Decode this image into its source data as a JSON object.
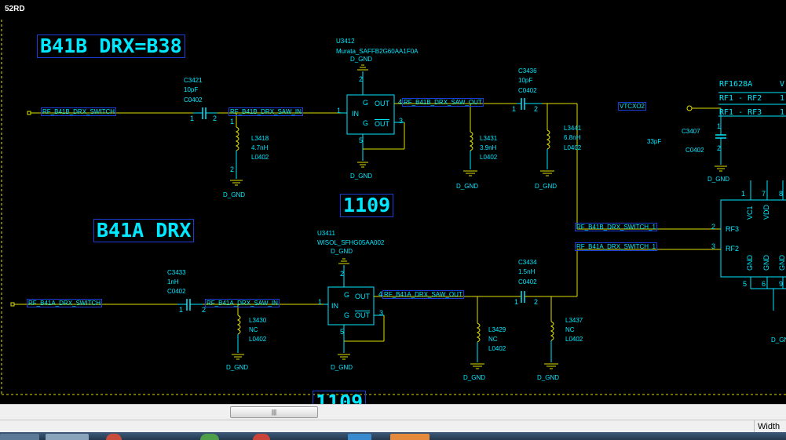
{
  "window": {
    "tag": "52RD"
  },
  "headings": {
    "b41b": "B41B DRX=B38",
    "b41a": "B41A DRX",
    "page_a": "1109",
    "page_b": "1109"
  },
  "filters": {
    "u3412": {
      "ref": "U3412",
      "part": "Murata_SAFFB2G60AA1F0A",
      "gnd": "D_GND"
    },
    "u3411": {
      "ref": "U3411",
      "part": "WISOL_SFHG05AA002",
      "gnd": "D_GND"
    },
    "pins": {
      "in": "IN",
      "out": "OUT",
      "g": "G",
      "p1": "1",
      "p2": "2",
      "p3": "3",
      "p4": "4",
      "p5": "5"
    }
  },
  "components": {
    "c3421": {
      "ref": "C3421",
      "val": "10pF",
      "pkg": "C0402"
    },
    "l3418": {
      "ref": "L3418",
      "val": "4.7nH",
      "pkg": "L0402"
    },
    "c3436": {
      "ref": "C3436",
      "val": "10pF",
      "pkg": "C0402"
    },
    "l3431": {
      "ref": "L3431",
      "val": "3.9nH",
      "pkg": "L0402"
    },
    "l3441": {
      "ref": "L3441",
      "val": "6.8nH",
      "pkg": "L0402"
    },
    "c3407": {
      "ref": "C3407",
      "val": "33pF",
      "pkg": "C0402"
    },
    "c3433": {
      "ref": "C3433",
      "val": "1nH",
      "pkg": "C0402"
    },
    "l3430": {
      "ref": "L3430",
      "val": "NC",
      "pkg": "L0402"
    },
    "c3434": {
      "ref": "C3434",
      "val": "1.5nH",
      "pkg": "C0402"
    },
    "l3429": {
      "ref": "L3429",
      "val": "NC",
      "pkg": "L0402"
    },
    "l3437": {
      "ref": "L3437",
      "val": "NC",
      "pkg": "L0402"
    }
  },
  "nets": {
    "b41b_switch": "RF_B41B_DRX_SWITCH",
    "b41b_saw_in": "RF_B41B_DRX_SAW_IN",
    "b41b_saw_out": "RF_B41B_DRX_SAW_OUT",
    "b41b_switch_1": "RF_B41B_DRX_SWITCH_1",
    "b41a_switch": "RF_B41A_DRX_SWITCH",
    "b41a_saw_in": "RF_B41A_DRX_SAW_IN",
    "b41a_saw_out": "RF_B41A_DRX_SAW_OUT",
    "b41a_switch_1": "RF_B41A_DRX_SWITCH_1",
    "vtcxo2": "VTCXO2"
  },
  "gnd": "D_GND",
  "rf1628": {
    "title": "RF1628A",
    "title_tail": "V",
    "row1": "RF1 - RF2",
    "row1_tail": "1",
    "row2": "RF1 - RF3",
    "row2_tail": "1",
    "rf3": "RF3",
    "rf2": "RF2",
    "vc1": "VC1",
    "vdd": "VDD",
    "gnd_a": "GND",
    "gnd_b": "GND",
    "gnd_c": "GND",
    "p2": "2",
    "p3": "3",
    "p5": "5",
    "p6": "6",
    "p7": "7",
    "p8": "8",
    "p9": "9",
    "d_gnd_tail": "D_GN"
  },
  "scrollbar": {
    "grip": "|||"
  },
  "statusbar": {
    "width_label": "Width"
  }
}
